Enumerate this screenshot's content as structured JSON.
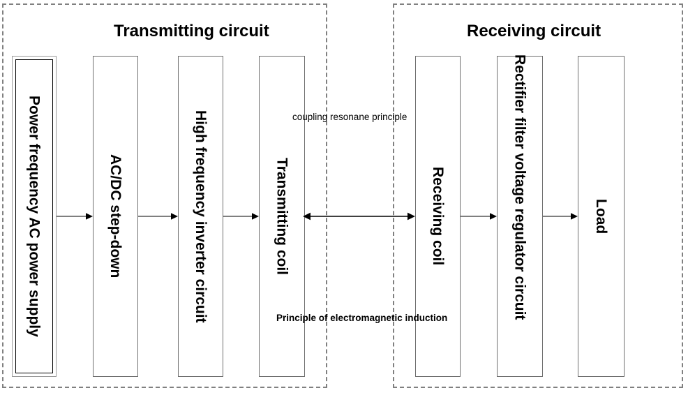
{
  "diagram": {
    "groups": [
      {
        "id": "transmitting",
        "title": "Transmitting circuit"
      },
      {
        "id": "receiving",
        "title": "Receiving circuit"
      }
    ],
    "blocks": [
      {
        "id": "power-supply",
        "label": "Power frequency AC power supply"
      },
      {
        "id": "acdc",
        "label": "AC/DC step-down"
      },
      {
        "id": "hf-inverter",
        "label": "High frequency inverter circuit"
      },
      {
        "id": "tx-coil",
        "label": "Transmitting coil"
      },
      {
        "id": "rx-coil",
        "label": "Receiving coil"
      },
      {
        "id": "rectifier",
        "label": "Rectifier filter voltage regulator circuit"
      },
      {
        "id": "load",
        "label": "Load"
      }
    ],
    "annotations": [
      {
        "id": "coupling",
        "text": "coupling resonane principle"
      },
      {
        "id": "induction",
        "text": "Principle of electromagnetic induction"
      }
    ],
    "colors": {
      "stroke": "#000000",
      "block_border": "#6f6f6f",
      "group_border": "#808080",
      "background": "#ffffff"
    }
  }
}
